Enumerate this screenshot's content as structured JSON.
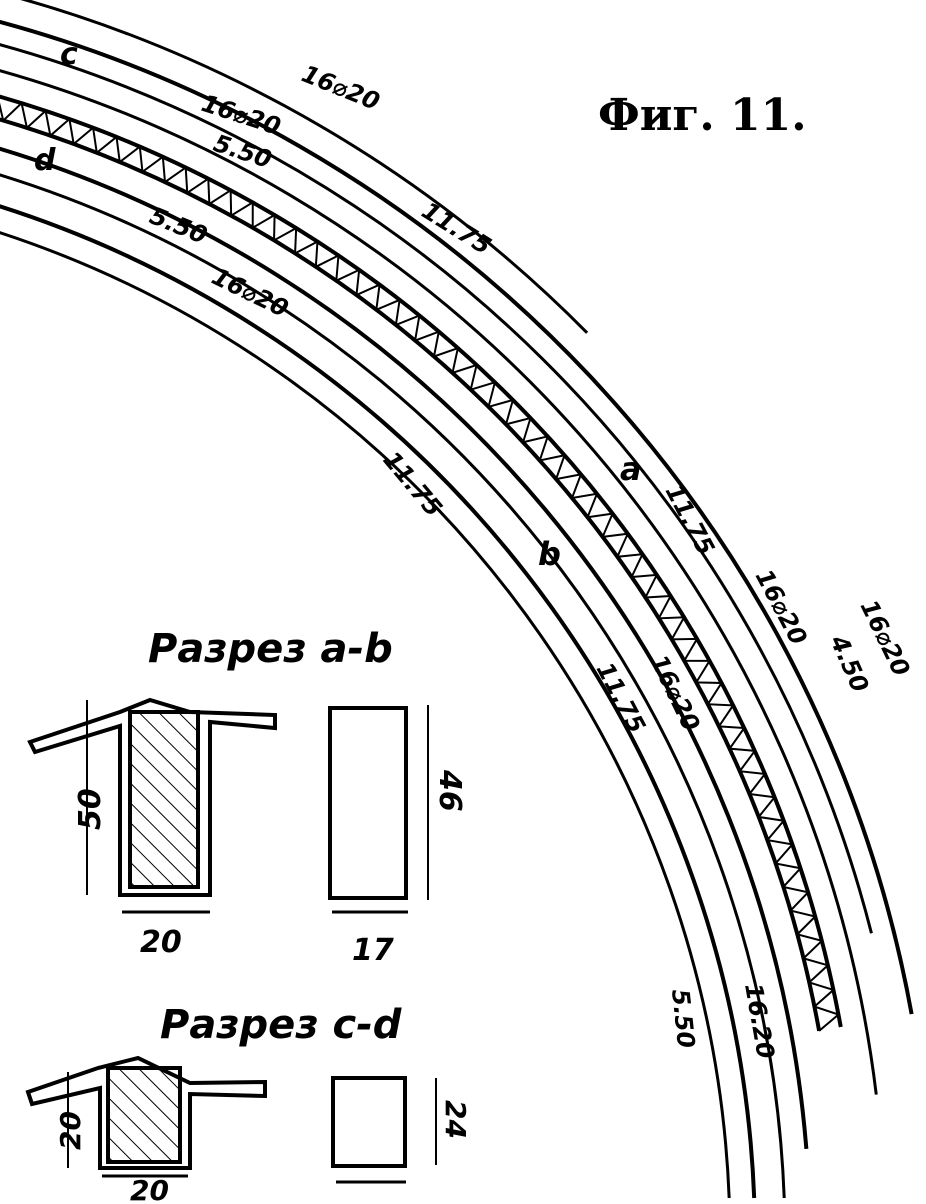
{
  "figure_title": "Фиг. 11.",
  "section_ab": {
    "title": "Разрез a-b",
    "beam_height": "50",
    "beam_width": "20",
    "core_height": "46",
    "core_width": "17"
  },
  "section_cd": {
    "title": "Разрез c-d",
    "beam_height": "20",
    "beam_width": "20",
    "core_height": "24"
  },
  "point_labels": {
    "a": "a",
    "b": "b",
    "c": "c",
    "d": "d"
  },
  "dimension_labels": {
    "outer_bars": "16⌀20",
    "outer_bars_2": "16⌀20",
    "outer_length_1": "5.50",
    "outer_length_2": "11.75",
    "outer_length_3": "11.75",
    "outer_bars_3": "16⌀20",
    "outer_length_4": "4.50",
    "outer_bars_4": "16⌀20",
    "inner_length_1": "5.50",
    "inner_bars_1": "16⌀20",
    "inner_length_2": "11.75",
    "inner_length_3": "11.75",
    "inner_bars_2": "16⌀20",
    "inner_length_4": "5.50",
    "inner_length_5": "16.20"
  }
}
